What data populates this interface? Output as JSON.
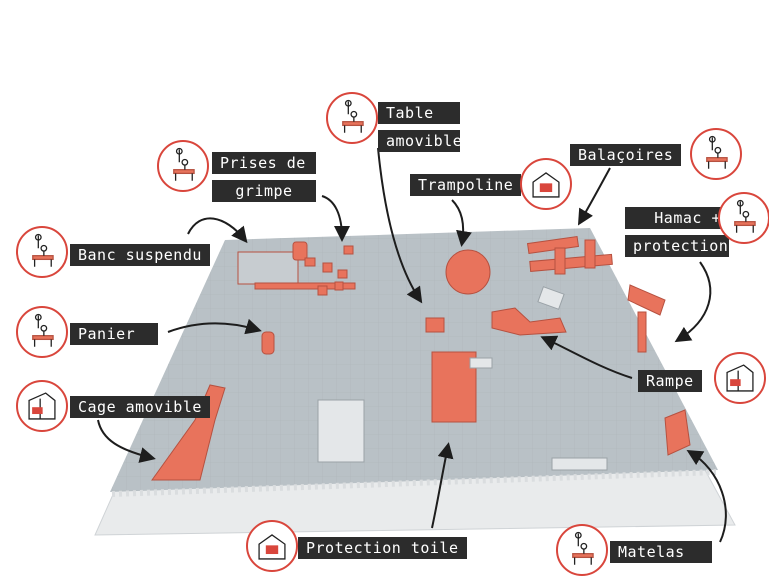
{
  "colors": {
    "accent": "#e8735c",
    "circle": "#d9463c",
    "label_bg": "#2c2c2c",
    "floor": "#b9c1c6"
  },
  "labels": {
    "table": [
      "Table",
      "amovible"
    ],
    "prises": [
      "Prises de",
      "grimpe"
    ],
    "trampoline": "Trampoline",
    "balancoires": "Balaçoires",
    "hamac": [
      "Hamac +",
      "protection"
    ],
    "banc": "Banc suspendu",
    "panier": "Panier",
    "rampe": "Rampe",
    "cage": "Cage amovible",
    "protection_toile": "Protection toile",
    "matelas": "Matelas"
  },
  "icons": {
    "table": "person-at-table-icon",
    "prises": "person-at-table-icon",
    "trampoline": "box-chair-icon",
    "balancoires": "person-at-table-icon",
    "hamac": "person-at-table-icon",
    "banc": "person-at-table-icon",
    "panier": "person-at-table-icon",
    "rampe": "cage-chair-icon",
    "cage": "cage-chair-icon",
    "protection_toile": "box-chair-icon",
    "matelas": "person-at-table-icon"
  }
}
